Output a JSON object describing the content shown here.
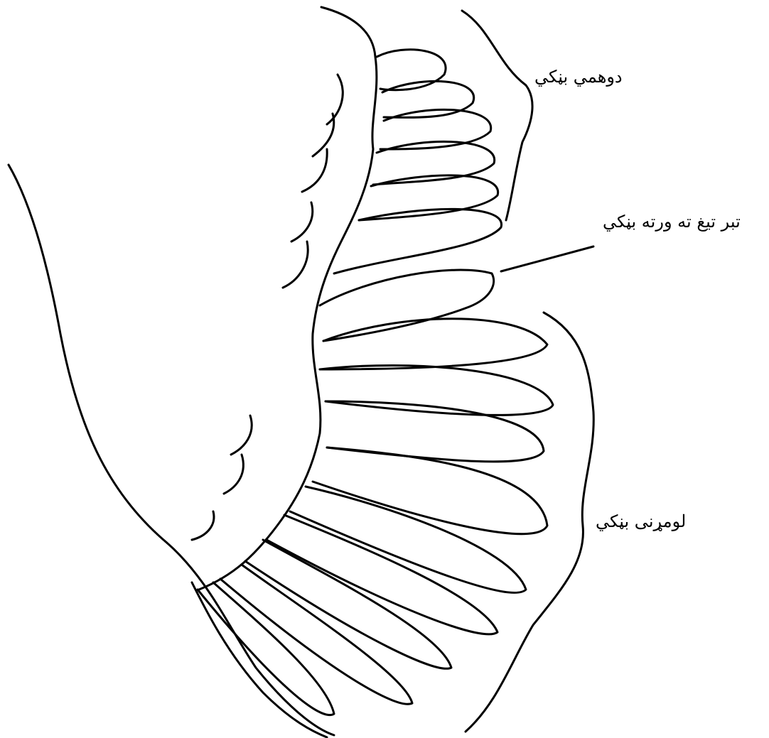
{
  "diagram": {
    "labels": {
      "secondary_feathers": "دوهمي بڼکي",
      "alula_feathers": "تبر تيغ ته ورته بڼکي",
      "primary_feathers": "لومړنی بڼکي"
    },
    "stroke_color": "#000000",
    "background_color": "#ffffff"
  }
}
